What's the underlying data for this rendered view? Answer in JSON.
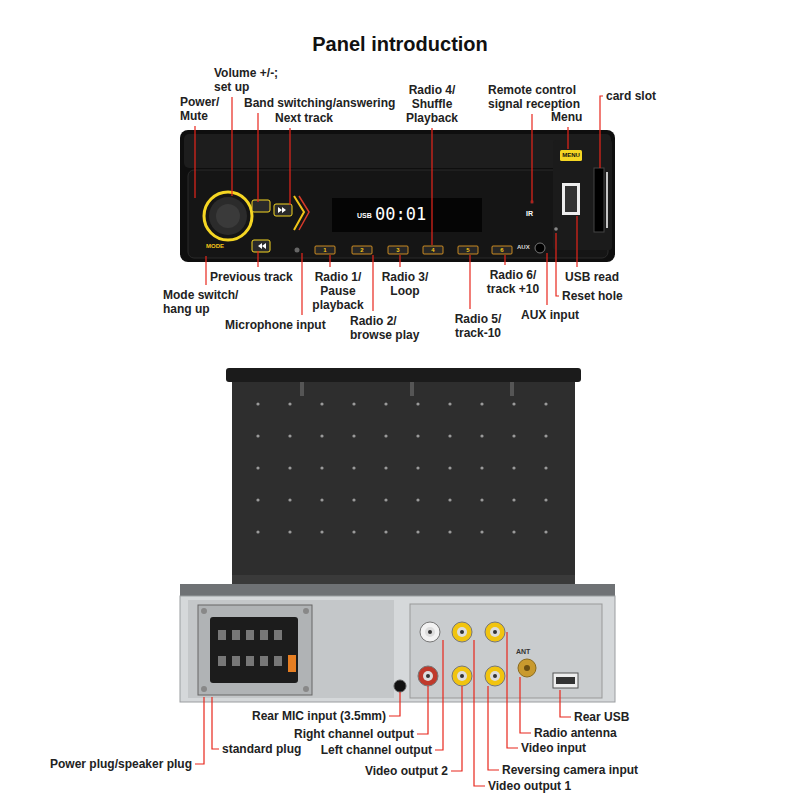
{
  "diagram": {
    "title": "Panel introduction",
    "labels": [
      "Volume +/-; set up",
      "Power/ Mute",
      "Band switching/answering",
      "Next track",
      "Radio 4/ Shuffle Playback",
      "Remote control signal reception",
      "Menu",
      "card slot",
      "Previous track",
      "Radio 1/ Pause playback",
      "Radio 3/ Loop",
      "Radio 6/ track +10",
      "USB read",
      "Reset hole",
      "Mode switch/ hang up",
      "Microphone input",
      "Radio 2/ browse play",
      "Radio 5/ track-10",
      "AUX input",
      "Rear MIC input (3.5mm)",
      "standard plug",
      "Power plug/speaker plug",
      "Right channel output",
      "Left channel output",
      "Video output 2",
      "Rear USB",
      "Radio antenna",
      "Video input",
      "Reversing camera input",
      "Video output 1",
      "USB",
      "00:01",
      "1",
      "2",
      "3",
      "4",
      "5",
      "6",
      "IR",
      "AUX",
      "MENU",
      "MODE",
      "ANT"
    ]
  }
}
